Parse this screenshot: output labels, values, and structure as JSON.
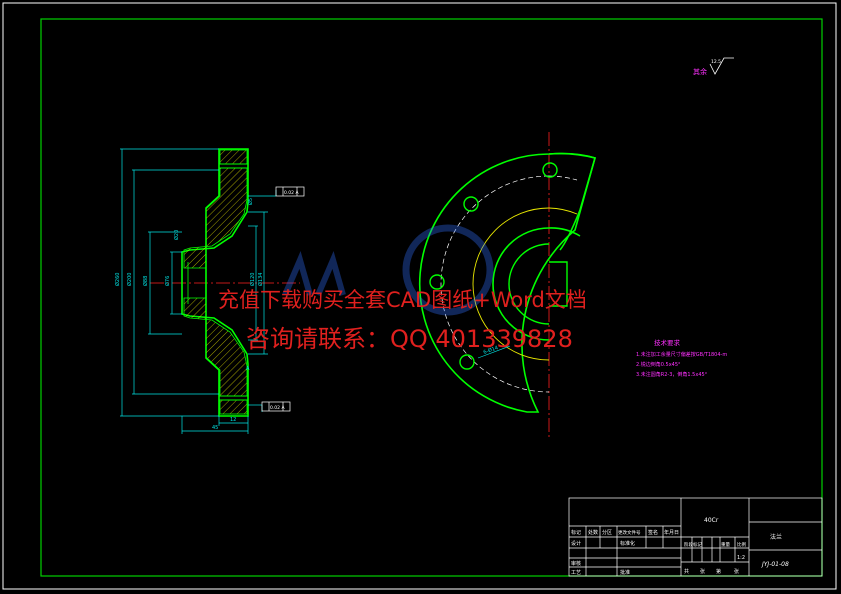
{
  "drawing": {
    "finish_label": "其余",
    "finish_value": "12.5",
    "tech_title": "技术要求",
    "tech_notes": [
      "1.未注加工余量尺寸偏差按GB/T1804-m",
      "2.锐边倒角0.5x45°",
      "3.未注圆角R2-3，倒角1.5x45°"
    ],
    "dims_left": [
      "Ø260",
      "Ø200",
      "Ø88",
      "Ø76",
      "Ø134",
      "Ø5",
      "Ø20",
      "45",
      "12",
      "Ø120",
      "A"
    ],
    "gdt_top": "0.02 A",
    "gdt_bottom": "0.02 A",
    "dims_right": [
      "6-Ø14"
    ]
  },
  "watermark": {
    "line1": "充值下载购买全套CAD图纸+Word文档",
    "line2": "咨询请联系：QQ 401339828"
  },
  "title_block": {
    "material": "40Cr",
    "part_name": "法兰",
    "drawing_no": "JYJ-01-08",
    "scale": "1:2",
    "rows_left": [
      "标记",
      "设计",
      "审核",
      "工艺"
    ],
    "header_cells": [
      "处数",
      "分区",
      "更改文件号",
      "签名",
      "年月日"
    ],
    "standardize": "标准化",
    "approve": "批准",
    "stage_labels": [
      "阶段标记",
      "重量",
      "比例"
    ],
    "sheet": [
      "共",
      "张",
      "第",
      "张"
    ]
  },
  "colors": {
    "frame": "#00d000",
    "outline": "#00ff00",
    "dims": "#00e5e5",
    "center": "#ff2020",
    "yellow": "#e8e800",
    "white": "#ffffff",
    "magenta": "#ff30ff"
  }
}
